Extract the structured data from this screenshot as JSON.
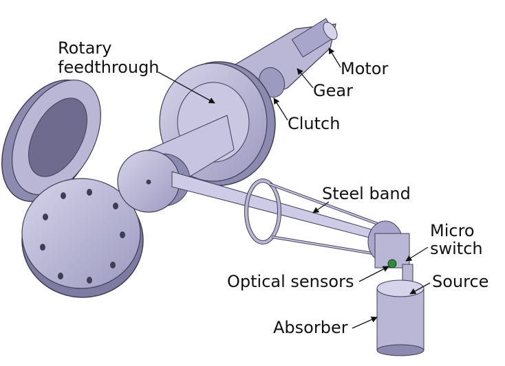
{
  "labels": {
    "rotary_1": "Rotary",
    "rotary_2": "feedthrough",
    "motor": "Motor",
    "gear": "Gear",
    "clutch": "Clutch",
    "steel_band": "Steel band",
    "micro_1": "Micro",
    "micro_2": "switch",
    "optical": "Optical sensors",
    "source": "Source",
    "absorber": "Absorber"
  },
  "colors": {
    "part_fill": "#b9b6d6",
    "part_light": "#d6d4ea",
    "part_dark": "#8d8ab0",
    "edge": "#3f3d55",
    "sensor": "#2f8a3a",
    "label_text": "#111111"
  }
}
